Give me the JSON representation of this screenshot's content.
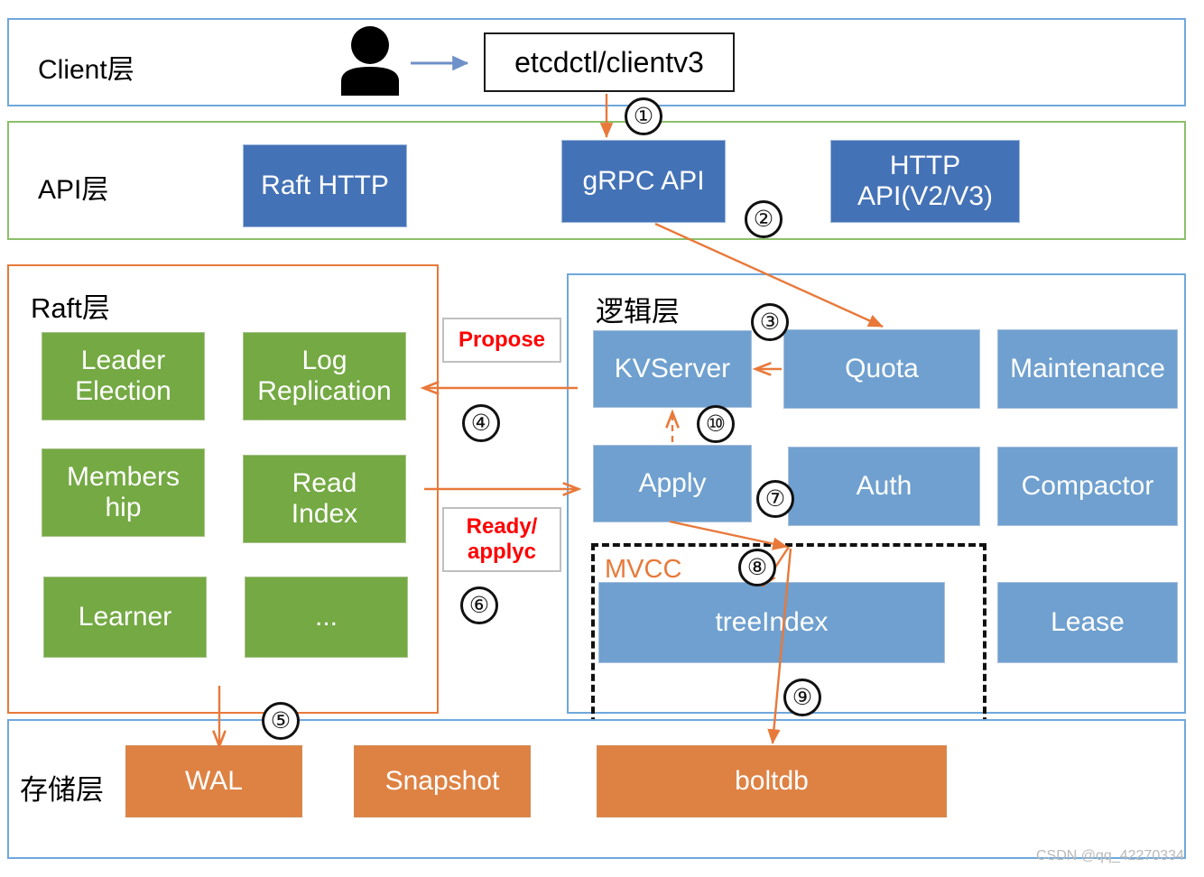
{
  "layers": {
    "client": {
      "title": "Client层",
      "accent": "#6FA8DC"
    },
    "api": {
      "title": "API层",
      "accent": "#8CBF6B"
    },
    "raft": {
      "title": "Raft层",
      "accent": "#E8793A"
    },
    "logic": {
      "title": "逻辑层",
      "accent": "#6FA8DC"
    },
    "storage": {
      "title": "存储层",
      "accent": "#6FA8DC"
    }
  },
  "client": {
    "entry_box": "etcdctl/clientv3",
    "actor": "user-person-icon"
  },
  "api": {
    "boxes": [
      {
        "label": "Raft HTTP"
      },
      {
        "label": "gRPC API"
      },
      {
        "label": "HTTP\nAPI(V2/V3)"
      }
    ]
  },
  "raft": {
    "boxes": [
      {
        "label": "Leader\nElection"
      },
      {
        "label": "Log\nReplication"
      },
      {
        "label": "Members\nhip"
      },
      {
        "label": "Read\nIndex"
      },
      {
        "label": "Learner"
      },
      {
        "label": "..."
      }
    ]
  },
  "bridge": {
    "propose": "Propose",
    "ready": "Ready/\napplyc"
  },
  "logic": {
    "boxes": [
      {
        "label": "KVServer"
      },
      {
        "label": "Quota"
      },
      {
        "label": "Maintenance"
      },
      {
        "label": "Apply"
      },
      {
        "label": "Auth"
      },
      {
        "label": "Compactor"
      },
      {
        "label": "treeIndex"
      },
      {
        "label": "Lease"
      }
    ],
    "mvcc_label": "MVCC"
  },
  "storage": {
    "boxes": [
      {
        "label": "WAL"
      },
      {
        "label": "Snapshot"
      },
      {
        "label": "boltdb"
      }
    ]
  },
  "steps": [
    {
      "id": "1",
      "label": "①"
    },
    {
      "id": "2",
      "label": "②"
    },
    {
      "id": "3",
      "label": "③"
    },
    {
      "id": "4",
      "label": "④"
    },
    {
      "id": "5",
      "label": "⑤"
    },
    {
      "id": "6",
      "label": "⑥"
    },
    {
      "id": "7",
      "label": "⑦"
    },
    {
      "id": "8",
      "label": "⑧"
    },
    {
      "id": "9",
      "label": "⑨"
    },
    {
      "id": "10",
      "label": "⑩"
    }
  ],
  "step_numbers": {
    "n1": "1",
    "n2": "2",
    "n3": "3",
    "n4": "4",
    "n5": "5",
    "n6": "6",
    "n7": "7",
    "n8": "8",
    "n9": "9",
    "n10": "10"
  },
  "colors": {
    "arrow_orange": "#E8793A",
    "arrow_blue": "#6F90C8",
    "box_blue_dark": "#4472B6",
    "box_blue_mid": "#6FA0CF",
    "box_green": "#74A943",
    "box_orange": "#DE8244",
    "tag_red": "#FF0000",
    "mvcc_orange": "#E8793A"
  },
  "watermark": "CSDN @qq_42270334"
}
